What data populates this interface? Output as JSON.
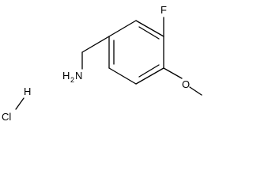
{
  "molecule": {
    "atoms": {
      "fluorine": "F",
      "oxygen": "O",
      "amine_n": "N",
      "amine_h": "H",
      "amine_h_count": "2",
      "salt_h": "H",
      "salt_cl": "Cl"
    }
  }
}
